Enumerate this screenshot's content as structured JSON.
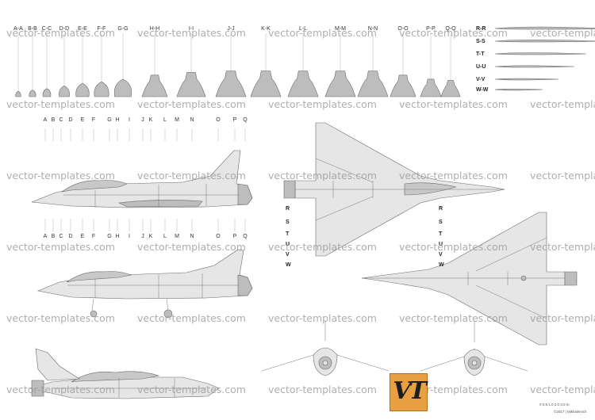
{
  "sections_top": [
    "A-A",
    "B-B",
    "C-C",
    "D-D",
    "E-E",
    "F-F",
    "G-G",
    "H-H",
    "I-I",
    "J-J",
    "K-K",
    "L-L",
    "M-M",
    "N-N",
    "O-O",
    "P-P",
    "Q-Q"
  ],
  "sections_right": [
    "R-R",
    "S-S",
    "T-T",
    "U-U",
    "V-V",
    "W-W"
  ],
  "station_letters": [
    "A",
    "B",
    "C",
    "D",
    "E",
    "F",
    "G",
    "H",
    "I",
    "J",
    "K",
    "L",
    "M",
    "N",
    "O",
    "P",
    "Q"
  ],
  "wing_stations": [
    "R",
    "S",
    "T",
    "U",
    "V",
    "W"
  ],
  "watermark": "vector-templates.com",
  "logo_text": "VT",
  "scale_text": "0  0.5  1.0     2.0     3.0 m",
  "credit_text": "©2017 | Mikhailevich",
  "colors": {
    "section_fill": "#bdbdbd",
    "body_fill": "#e6e6e6",
    "logo": "#e8a043"
  }
}
